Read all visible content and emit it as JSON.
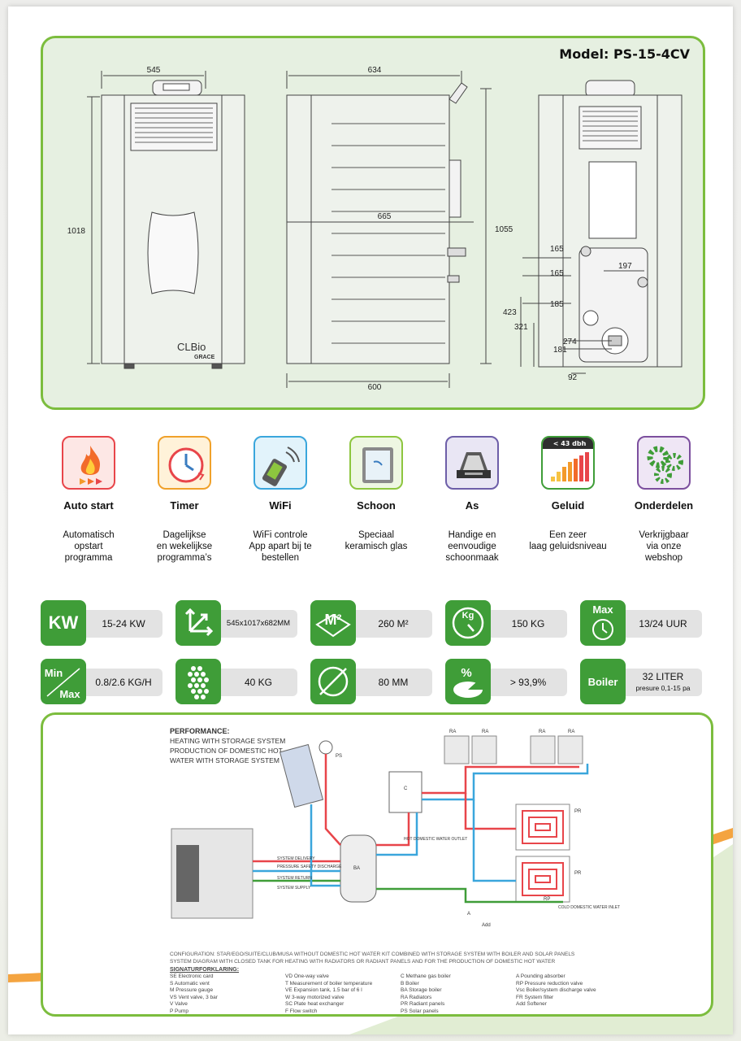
{
  "model": {
    "title": "Model: PS-15-4CV"
  },
  "drawing": {
    "front": {
      "width": "545",
      "height": "1018",
      "brand": "CLBio",
      "subbrand": "GRACE"
    },
    "side": {
      "depth_top": "634",
      "depth_mid": "665",
      "depth_bottom": "600",
      "height": "1055"
    },
    "back": {
      "d1": "165",
      "d2": "165",
      "d3": "197",
      "d4": "185",
      "d5": "423",
      "d6": "321",
      "d7": "274",
      "d8": "181",
      "d9": "92"
    }
  },
  "features": [
    {
      "title": "Auto start",
      "desc": [
        "Automatisch",
        "opstart",
        "programma"
      ],
      "color": "#e8454a",
      "bg": "#fde7e5",
      "icon": "flame-icon"
    },
    {
      "title": "Timer",
      "desc": [
        "Dagelijkse",
        "en wekelijkse",
        "programma’s"
      ],
      "color": "#f0a12a",
      "bg": "#fff2d9",
      "icon": "clock-icon"
    },
    {
      "title": "WiFi",
      "desc": [
        "WiFi controle",
        "App apart bij te",
        "bestellen"
      ],
      "color": "#3aa6dc",
      "bg": "#e2f3fb",
      "icon": "remote-icon"
    },
    {
      "title": "Schoon",
      "desc": [
        "Speciaal",
        "keramisch glas"
      ],
      "color": "#8dc63f",
      "bg": "#eef7e2",
      "icon": "glass-icon"
    },
    {
      "title": "As",
      "desc": [
        "Handige en",
        "eenvoudige",
        "schoonmaak"
      ],
      "color": "#6d5ea8",
      "bg": "#e9e6f4",
      "icon": "ash-tray-icon"
    },
    {
      "title": "Geluid",
      "desc": [
        "Een zeer",
        "laag geluidsniveau"
      ],
      "color": "#3f9d38",
      "bg": "#e6f3e4",
      "icon": "sound-level-icon",
      "badge": "< 43 dbh"
    },
    {
      "title": "Onderdelen",
      "desc": [
        "Verkrijgbaar",
        "via onze",
        "webshop"
      ],
      "color": "#7c4f9e",
      "bg": "#efe6f5",
      "icon": "gears-icon"
    }
  ],
  "specs": [
    {
      "icon": "kw-icon",
      "label": "KW",
      "value": "15-24 KW"
    },
    {
      "icon": "dimensions-icon",
      "value": "545x1017x682MM"
    },
    {
      "icon": "area-m2-icon",
      "label": "M²",
      "value": "260 M²"
    },
    {
      "icon": "weight-kg-icon",
      "label": "Kg",
      "value": "150 KG"
    },
    {
      "icon": "max-time-icon",
      "label": "Max",
      "value": "13/24 UUR"
    },
    {
      "icon": "min-max-icon",
      "label_top": "Min",
      "label_bottom": "Max",
      "value": "0.8/2.6 KG/H"
    },
    {
      "icon": "pellets-icon",
      "value": "40 KG"
    },
    {
      "icon": "diameter-icon",
      "value": "80 MM"
    },
    {
      "icon": "efficiency-icon",
      "label": "%",
      "value": "> 93,9%"
    },
    {
      "icon": "boiler-icon",
      "label": "Boiler",
      "value": "32 LITER",
      "sub": "presure 0,1-15 pa"
    }
  ],
  "schematic": {
    "performance_title": "PERFORMANCE:",
    "performance_lines": [
      "HEATING WITH STORAGE SYSTEM",
      "PRODUCTION OF DOMESTIC HOT",
      "WATER WITH STORAGE SYSTEM"
    ],
    "labels": {
      "ra": "RA",
      "ps": "PS",
      "c": "C",
      "ba": "BA",
      "pr": "PR",
      "rp": "RP",
      "a": "A",
      "add": "Add",
      "hot_water": "HOT DOMESTIC WATER OUTLET",
      "cold_water": "COLD DOMESTIC WATER INLET",
      "delivery": "SYSTEM DELIVERY",
      "safety": "PRESSURE SAFETY DISCHARGE",
      "return": "SYSTEM RETURN",
      "supply": "SYSTEM SUPPLY"
    },
    "config_lines": [
      "CONFIGURATION: STAR/EGO/SUITE/CLUB/MUSA WITHOUT DOMESTIC HOT WATER KIT COMBINED WITH STORAGE SYSTEM WITH BOILER AND SOLAR PANELS",
      "SYSTEM DIAGRAM WITH CLOSED TANK FOR HEATING WITH RADIATORS OR RADIANT PANELS AND FOR THE PRODUCTION OF DOMESTIC HOT WATER"
    ],
    "legend_title": "SIGNATURFORKLARING:",
    "legend": [
      "SE  Electronic card",
      "VD  One-way valve",
      "C  Methane gas boiler",
      "A  Pounding absorber",
      "S  Automatic vent",
      "T  Measurement of boiler temperature",
      "B  Boiler",
      "RP  Pressure reduction valve",
      "M  Pressure gauge",
      "VE  Expansion tank, 1.5 bar of 6 l",
      "BA  Storage boiler",
      "Vsc  Boiler/system discharge valve",
      "VS  Vent valve, 3 bar",
      "W  3-way motorized valve",
      "RA  Radiators",
      "FR  System filter",
      "V  Valve",
      "SC  Plate heat exchanger",
      "PR  Radiant panels",
      "Add  Softener",
      "P  Pump",
      "F  Flow switch",
      "PS  Solar panels",
      ""
    ]
  }
}
